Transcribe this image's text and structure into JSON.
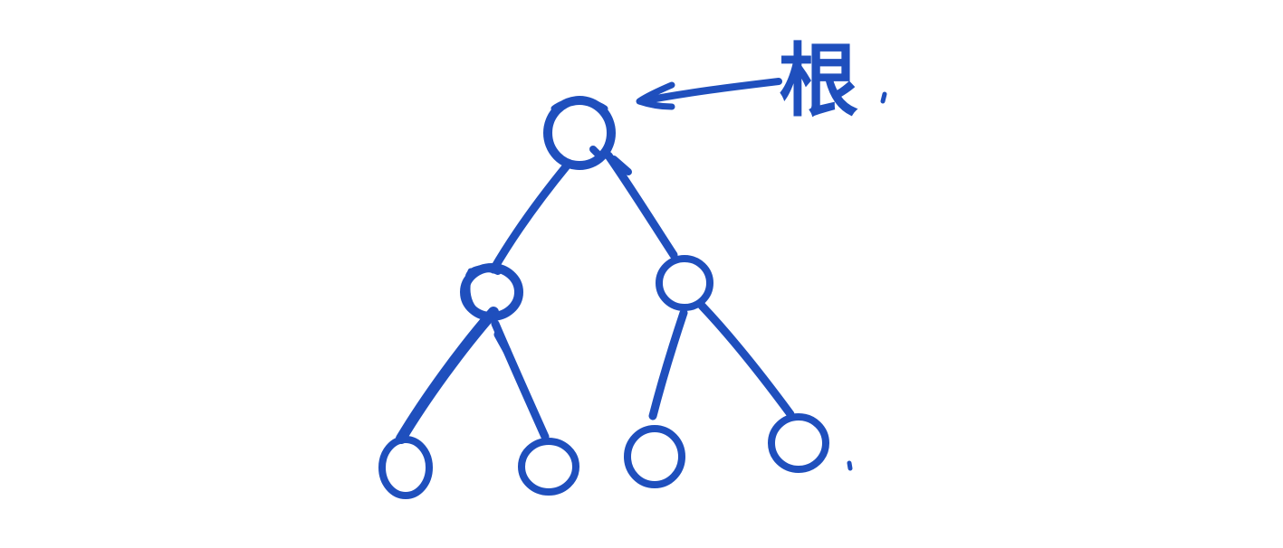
{
  "diagram": {
    "type": "binary-tree",
    "ink_color": "#1f4fbd",
    "background": "#ffffff",
    "root_label": "根",
    "nodes": [
      {
        "id": "root",
        "level": 0
      },
      {
        "id": "left-child",
        "level": 1,
        "parent": "root"
      },
      {
        "id": "right-child",
        "level": 1,
        "parent": "root"
      },
      {
        "id": "left-left-leaf",
        "level": 2,
        "parent": "left-child"
      },
      {
        "id": "left-right-leaf",
        "level": 2,
        "parent": "left-child"
      },
      {
        "id": "right-left-leaf",
        "level": 2,
        "parent": "right-child"
      },
      {
        "id": "right-right-leaf",
        "level": 2,
        "parent": "right-child"
      }
    ]
  }
}
